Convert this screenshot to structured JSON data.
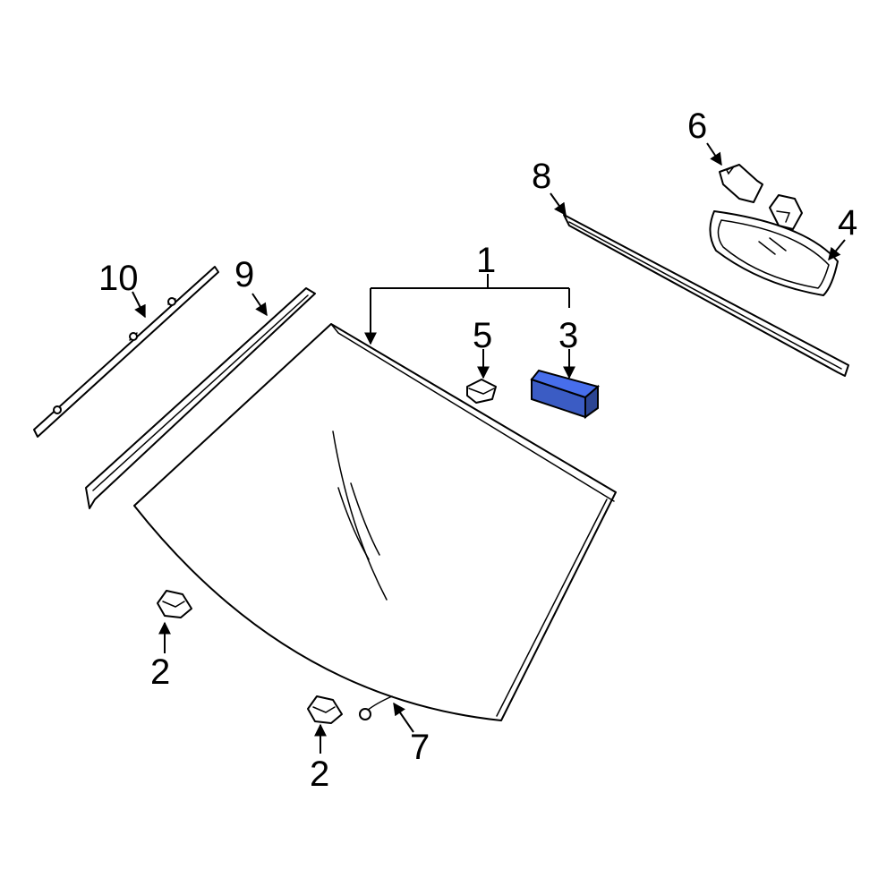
{
  "diagram": {
    "highlight_color": "#3b5cc4",
    "callouts": {
      "windshield": "1",
      "bracket_left": "2",
      "bracket_right": "2",
      "module": "3",
      "mirror": "4",
      "sensor": "5",
      "mirror_cover": "6",
      "wire": "7",
      "upper_molding": "8",
      "side_molding": "9",
      "side_molding_outer": "10"
    }
  }
}
